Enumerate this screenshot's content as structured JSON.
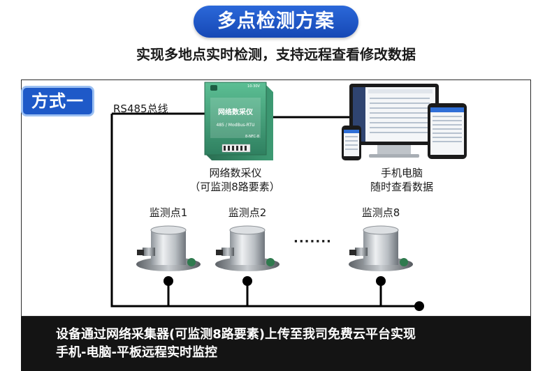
{
  "header": {
    "title": "多点检测方案",
    "subtitle": "实现多地点实时检测，支持远程查看修改数据"
  },
  "method_badge": "方式一",
  "bus_label": "RS485总线",
  "collector": {
    "caption_line1": "网络数采仪",
    "caption_line2": "（可监测8路要素）",
    "device_title": "网络数采仪",
    "device_protocol": "485 / ModBus-RTU",
    "device_voltage": "10-30V",
    "device_tag": "8-NFC-8"
  },
  "terminals": {
    "caption_line1": "手机电脑",
    "caption_line2": "随时查看数据"
  },
  "sensors": [
    {
      "label": "监测点1"
    },
    {
      "label": "监测点2"
    },
    {
      "label": "监测点8"
    }
  ],
  "ellipsis": "·······",
  "footer": {
    "line1": "设备通过网络采集器(可监测8路要素)上传至我司免费云平台实现",
    "line2": "手机-电脑-平板远程实时监控"
  },
  "colors": {
    "accent_blue": "#1e59c8",
    "device_green": "#3c9a72",
    "bus_black": "#000000",
    "bar_bg": "#141414"
  }
}
